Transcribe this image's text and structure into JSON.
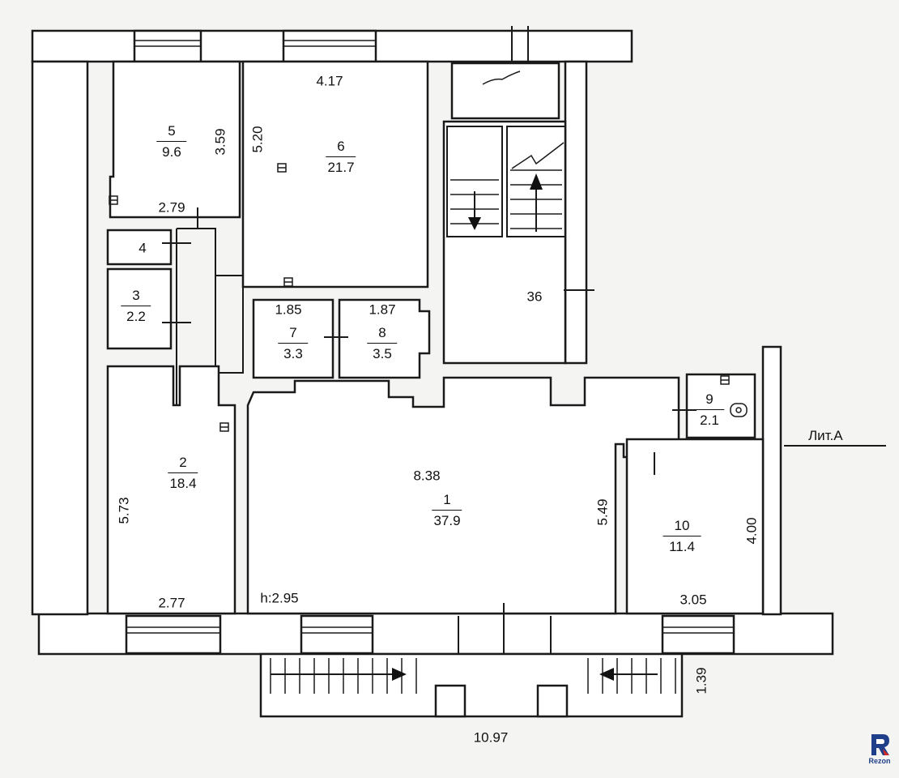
{
  "rooms": [
    {
      "id": "1",
      "area": "37.9"
    },
    {
      "id": "2",
      "area": "18.4"
    },
    {
      "id": "3",
      "area": "2.2"
    },
    {
      "id": "4",
      "area": ""
    },
    {
      "id": "5",
      "area": "9.6"
    },
    {
      "id": "6",
      "area": "21.7"
    },
    {
      "id": "7",
      "area": "3.3"
    },
    {
      "id": "8",
      "area": "3.5"
    },
    {
      "id": "9",
      "area": "2.1"
    },
    {
      "id": "10",
      "area": "11.4"
    }
  ],
  "dimensions": {
    "room1_width": "8.38",
    "room1_depth": "5.49",
    "room2_depth": "5.73",
    "room2_width": "2.77",
    "room5_depth": "3.59",
    "room5_width": "2.79",
    "room6_width": "4.17",
    "room6_depth": "5.20",
    "room7_width": "1.85",
    "room8_width": "1.87",
    "room10_depth": "4.00",
    "room10_width": "3.05",
    "porch_depth": "1.39",
    "overall_width": "10.97"
  },
  "ceiling_height": "h:2.95",
  "stair_label": "36",
  "building_label": "Лит.А",
  "logo": {
    "text": "Rezon",
    "icon": "rezon-r-logo-icon"
  },
  "colors": {
    "line": "#1a1a1a",
    "paper": "#f4f4f2",
    "logo": "#1f3f8a"
  }
}
